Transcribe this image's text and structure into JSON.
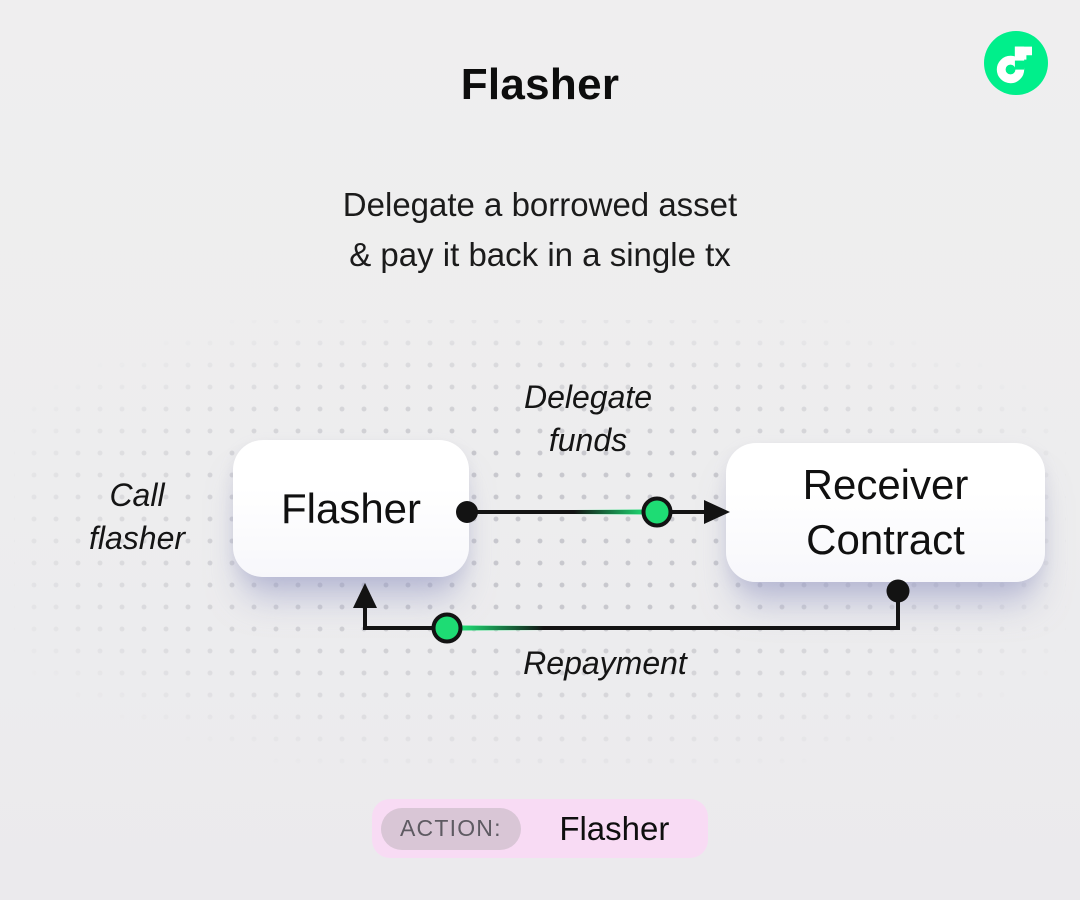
{
  "header": {
    "title": "Flasher"
  },
  "subtitle": {
    "line1": "Delegate a borrowed asset",
    "line2": "& pay it back in a single tx"
  },
  "logo": {
    "name": "Flow"
  },
  "diagram": {
    "nodes": {
      "flasher": {
        "label": "Flasher"
      },
      "receiver": {
        "label": "Receiver Contract"
      }
    },
    "labels": {
      "call_flasher": {
        "line1": "Call",
        "line2": "flasher"
      },
      "delegate_funds": {
        "line1": "Delegate",
        "line2": "funds"
      },
      "repayment": "Repayment"
    },
    "edges": [
      {
        "from": "Flasher",
        "to": "Receiver Contract",
        "label": "Delegate funds",
        "direction": "right"
      },
      {
        "from": "Receiver Contract",
        "to": "Flasher",
        "label": "Repayment",
        "direction": "left-up"
      }
    ]
  },
  "action_badge": {
    "label": "ACTION:",
    "value": "Flasher"
  },
  "colors": {
    "accent_green": "#1edc74",
    "logo_green": "#00ef8b",
    "line_black": "#131313",
    "badge_bg": "#f8dbf4",
    "badge_label_bg": "#d9c6d6",
    "dot_grid": "#c6c6cb",
    "background": "#ededee"
  }
}
